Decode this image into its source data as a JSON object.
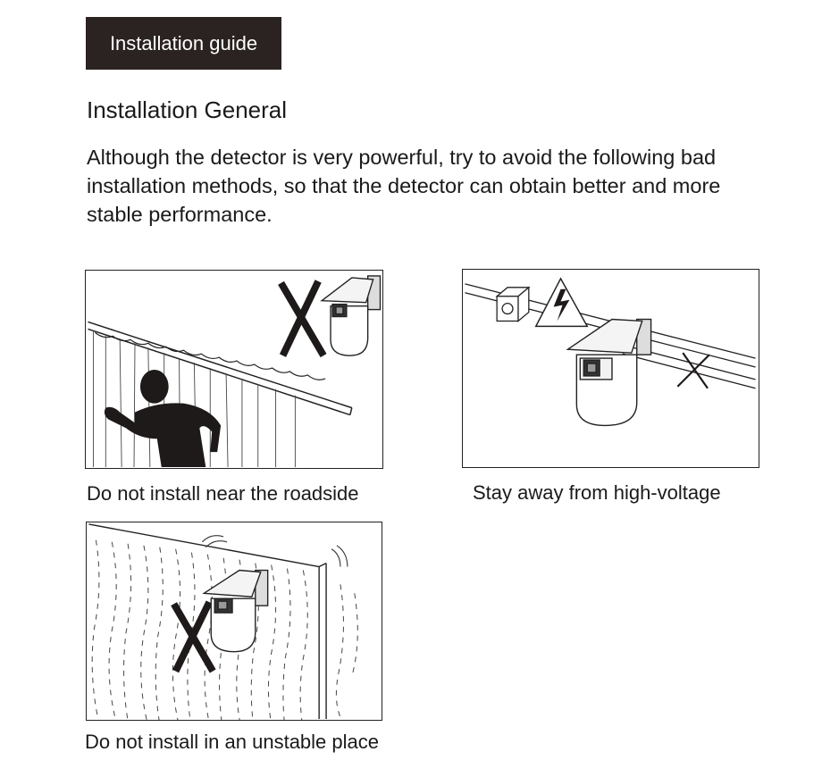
{
  "header": {
    "badge_label": "Installation guide"
  },
  "section": {
    "title": "Installation General",
    "intro": "Although the detector is very powerful, try to avoid the following bad installation methods, so that the detector can obtain better and more stable performance."
  },
  "panels": [
    {
      "caption": "Do not install near the roadside",
      "marker": "X"
    },
    {
      "caption": "Stay away from high-voltage",
      "marker": "cross"
    },
    {
      "caption": "Do not install in an unstable place",
      "marker": "X"
    }
  ],
  "colors": {
    "badge_bg": "#2b2321",
    "badge_text": "#ffffff",
    "ink": "#1a1a1a"
  }
}
